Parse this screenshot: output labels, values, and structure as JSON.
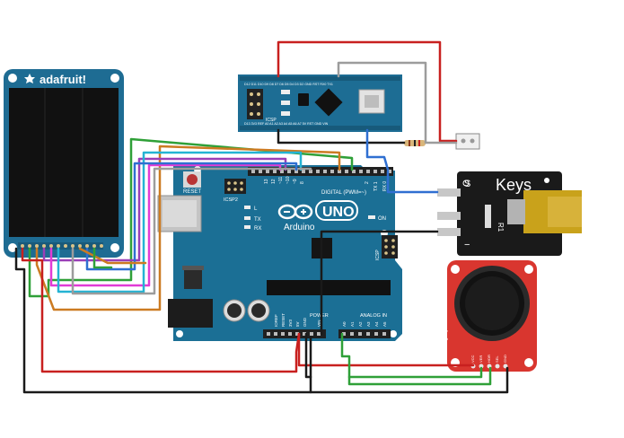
{
  "tft": {
    "brand": "adafruit!"
  },
  "nano": {
    "top_pins": "D12 D11 D10 D9 D8 D7 D6 D5 D4 D3 D2 GND RST RX0 TX1",
    "bottom_pins": "D13 3V3 REF A0 A1 A2 A3 A4 A5 A6 A7 5V RST GND VIN",
    "icsp": "ICSP"
  },
  "uno": {
    "logo": "UNO",
    "brand": "Arduino",
    "digital_label": "DIGITAL (PWM=~)",
    "power_label": "POWER",
    "analog_label": "ANALOG IN",
    "reset_label": "RESET",
    "icsp2_label": "ICSP2",
    "icsp_label": "ICSP",
    "on_label": "ON",
    "l_label": "L",
    "tx_label": "TX",
    "rx_label": "RX",
    "pin_13": "13",
    "pin_12": "12",
    "pin_11": "~11",
    "pin_10": "~10",
    "pin_9": "~9",
    "pin_8": "8",
    "pin_2": "2",
    "pin_1": "TX 1",
    "pin_0": "RX 0",
    "pin_ioref": "IOREF",
    "pin_reset": "RESET",
    "pin_3v3": "3V3",
    "pin_5v": "5V",
    "pin_gnd": "GND",
    "pin_vin": "VIN",
    "pin_a0": "A0",
    "pin_a1": "A1",
    "pin_a2": "A2",
    "pin_a3": "A3",
    "pin_a4": "A4",
    "pin_a5": "A5"
  },
  "keys": {
    "title": "Keys",
    "pin_s": "S",
    "pin_minus": "−",
    "r1": "R1"
  },
  "joystick": {
    "title": "Analog Joystick",
    "pins": [
      "VCC",
      "VER",
      "HOR",
      "SEL",
      "GND"
    ]
  },
  "colors": {
    "board_blue": "#1e6c93",
    "uno_blue": "#1b6f95",
    "wire_red": "#c8201f",
    "wire_black": "#1a1a1a",
    "wire_green": "#2fa038",
    "wire_blue": "#2f6fd1",
    "wire_orange": "#cc7b22",
    "wire_purple": "#9a3fb7",
    "wire_magenta": "#e13bd6",
    "wire_cyan": "#24b3d3",
    "wire_gray": "#9c9c9c",
    "joystick_red": "#d9362f"
  }
}
